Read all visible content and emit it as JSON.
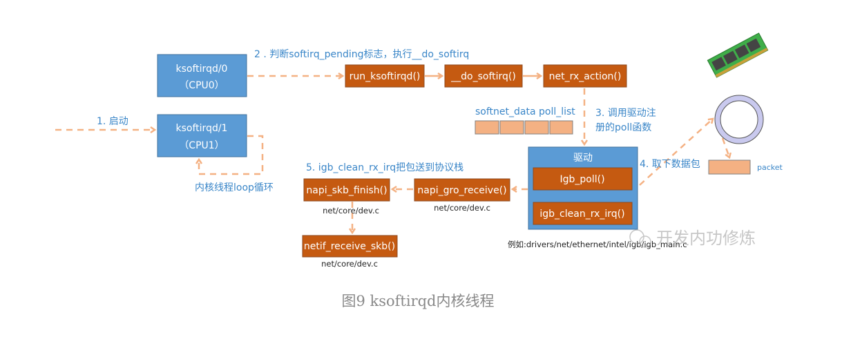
{
  "nodes": {
    "ksoftirqd0": {
      "name": "ksoftirqd/0",
      "cpu": "（CPU0）"
    },
    "ksoftirqd1": {
      "name": "ksoftirqd/1",
      "cpu": "（CPU1）"
    },
    "run_ksoftirqd": "run_ksoftirqd()",
    "do_softirq": "__do_softirq()",
    "net_rx_action": "net_rx_action()",
    "driver": {
      "title": "驱动",
      "igb_poll": "Igb_poll()",
      "igb_clean": "igb_clean_rx_irq()"
    },
    "napi_gro_receive": "napi_gro_receive()",
    "napi_skb_finish": "napi_skb_finish()",
    "netif_receive_skb": "netif_receive_skb()",
    "packet": "packet"
  },
  "labels": {
    "step1": "1. 启动",
    "step2": "2 . 判断softirq_pending标志，执行__do_softirq",
    "step3_line1": "3. 调用驱动注",
    "step3_line2": "册的poll函数",
    "step4": "4. 取下数据包",
    "step5": "5. igb_clean_rx_irq把包送到协议栈",
    "loop": "内核线程loop循环",
    "poll_list": "softnet_data poll_list",
    "file_gro": "net/core/dev.c",
    "file_finish": "net/core/dev.c",
    "file_netif": "net/core/dev.c",
    "driver_example": "例如:drivers/net/ethernet/intel/igb/igb_main.c"
  },
  "watermark": "开发内功修炼",
  "caption": "图9 ksoftirqd内核线程",
  "colors": {
    "blue_box": "#5b9bd5",
    "orange_box": "#c55a11",
    "arrow": "#f4b183",
    "label_blue": "#3a86c8"
  }
}
